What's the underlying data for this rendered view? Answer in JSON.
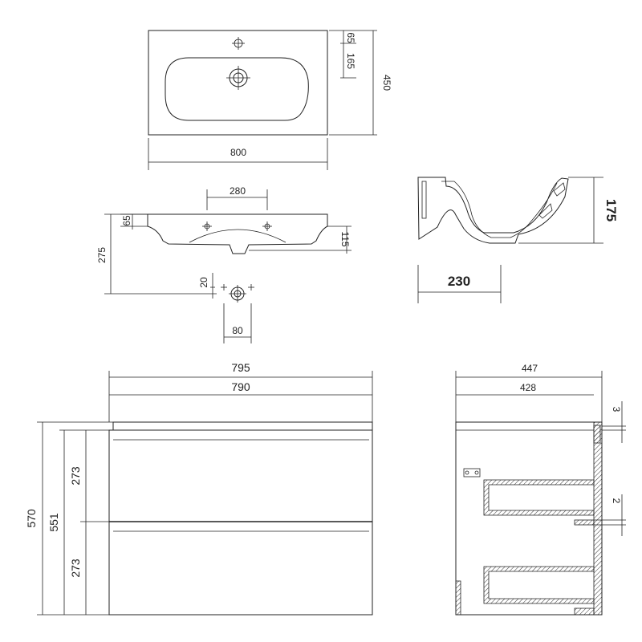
{
  "top_view": {
    "width": "800",
    "depth": "450",
    "tap_offset": "65",
    "drain_offset": "165"
  },
  "front_section": {
    "mount_spacing": "280",
    "rim_height": "65",
    "overall_height": "275",
    "bowl_depth": "115",
    "waste_offset": "20",
    "waste_spacing": "80"
  },
  "side_section": {
    "depth": "230",
    "height": "175"
  },
  "cabinet_front": {
    "overall_width": "795",
    "body_width": "790",
    "overall_height": "570",
    "body_height": "551",
    "drawer_top_height": "273",
    "drawer_bottom_height": "273"
  },
  "cabinet_side": {
    "overall_depth": "447",
    "body_depth": "428",
    "top_gap": "3",
    "drawer_gap": "2"
  }
}
